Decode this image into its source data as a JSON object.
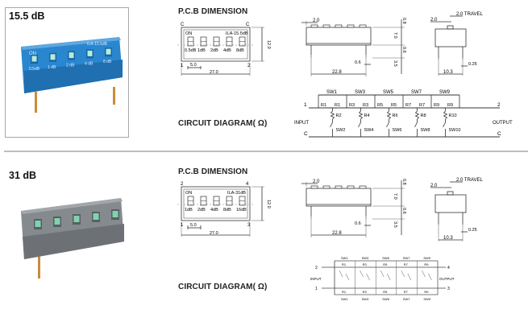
{
  "sections": [
    {
      "model": "15.5 dB",
      "product_color": "#1f7fc8",
      "pcb_title": "P.C.B DIMENSION",
      "circuit_title": "CIRCUIT DIAGRAM( Ω)",
      "part_label": "ILA-15.5dB",
      "on_label": "ON",
      "switch_labels": [
        "0.5dB",
        "1dB",
        "2dB",
        "4dB",
        "8dB"
      ],
      "photo_switch_labels": [
        "0.5dB",
        "1 dB",
        "2 dB",
        "4 dB",
        "8 dB"
      ],
      "pin_labels": {
        "top_left": "C",
        "top_right": "C",
        "bottom_left": "1",
        "bottom_right": "2"
      },
      "dims": {
        "pitch": "5.0",
        "length": "27.0",
        "width": "12.0",
        "side_key": "2.0",
        "height_top": "0.8",
        "body_h": "7.0",
        "standoff": "0.6",
        "pin_len": "3.5",
        "pin_w": "0.6",
        "pin_span": "22.8",
        "end_key": "2.0",
        "travel": "2.0 TRAVEL",
        "pin_t": "0.25",
        "row_span": "10.3"
      },
      "circuit": {
        "top_switches": [
          "SW1",
          "SW3",
          "SW5",
          "SW7",
          "SW9"
        ],
        "series_resistors": [
          [
            "R1",
            "R1"
          ],
          [
            "R3",
            "R3"
          ],
          [
            "R5",
            "R5"
          ],
          [
            "R7",
            "R7"
          ],
          [
            "R9",
            "R9"
          ]
        ],
        "shunt_resistors": [
          "R2",
          "R4",
          "R6",
          "R8",
          "R10"
        ],
        "shunt_switches": [
          "SW2",
          "SW4",
          "SW6",
          "SW8",
          "SW10"
        ],
        "input_label": "INPUT",
        "output_label": "OUTPUT",
        "node_in_top": "1",
        "node_out_top": "2",
        "node_in_bot": "C",
        "node_out_bot": "C"
      }
    },
    {
      "model": "31 dB",
      "product_color": "#7d8186",
      "pcb_title": "P.C.B DIMENSION",
      "circuit_title": "CIRCUIT DIAGRAM( Ω)",
      "part_label": "ILA-31dB",
      "on_label": "ON",
      "switch_labels": [
        "1dB",
        "2dB",
        "4dB",
        "8dB",
        "16dB"
      ],
      "pin_labels": {
        "top_left": "2",
        "top_right": "4",
        "bottom_left": "1",
        "bottom_right": "3"
      },
      "dims": {
        "pitch": "5.0",
        "length": "27.0",
        "width": "12.0",
        "side_key": "2.0",
        "height_top": "0.8",
        "body_h": "7.0",
        "standoff": "0.6",
        "pin_len": "3.5",
        "pin_w": "0.6",
        "pin_span": "22.8",
        "end_key": "2.0",
        "travel": "2.0 TRAVEL",
        "pin_t": "0.25",
        "row_span": "10.3"
      },
      "circuit": {
        "top_switches": [
          "SW1",
          "SW3",
          "SW5",
          "SW7",
          "SW9"
        ],
        "top_resistors": [
          "R1",
          "R3",
          "R5",
          "R7",
          "R9"
        ],
        "bottom_switches": [
          "SW1",
          "SW3",
          "SW5",
          "SW7",
          "SW9"
        ],
        "bottom_resistors": [
          "R1",
          "R3",
          "R5",
          "R7",
          "R9"
        ],
        "input_label": "INPUT",
        "output_label": "OUTPUT",
        "node_in_top": "2",
        "node_out_top": "4",
        "node_in_bot": "1",
        "node_out_bot": "3"
      }
    }
  ]
}
